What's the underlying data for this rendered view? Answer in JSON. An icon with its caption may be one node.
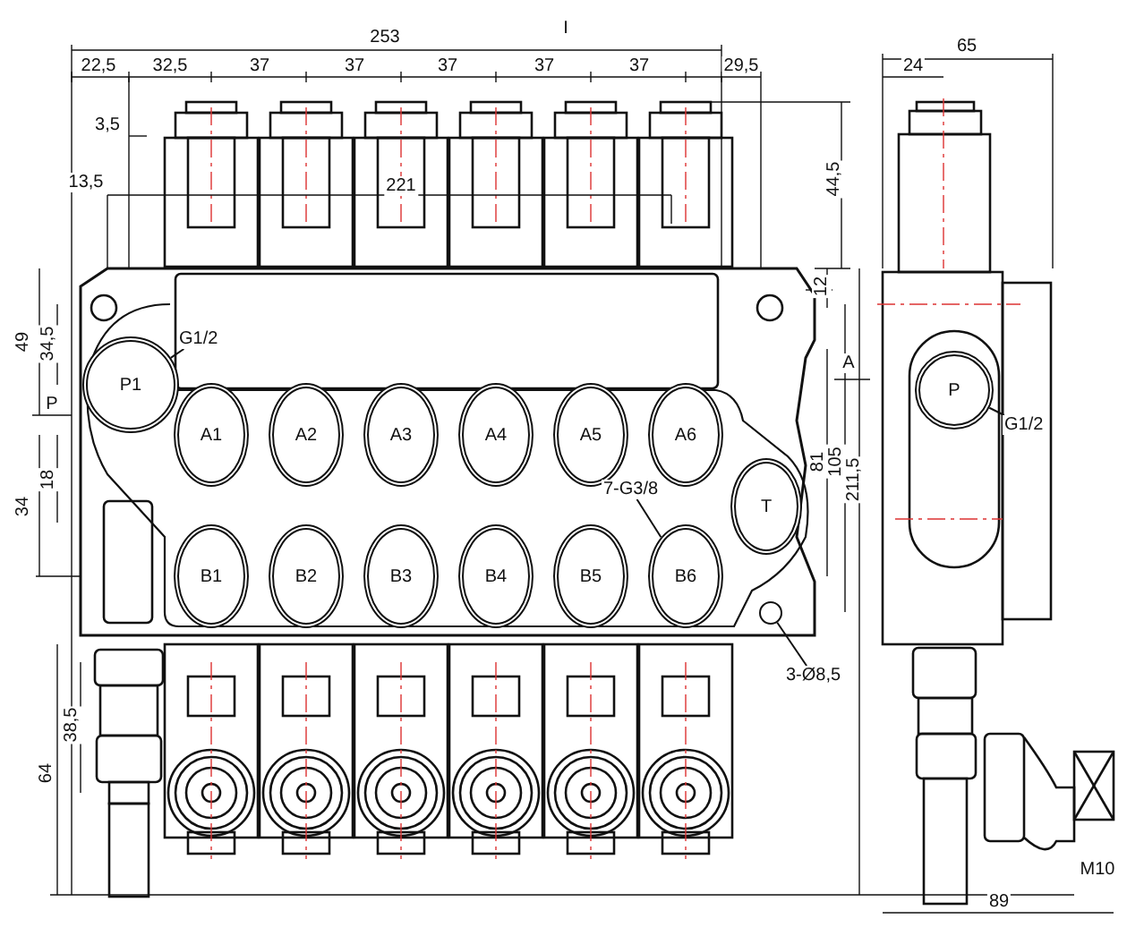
{
  "diagram": {
    "nodes": [
      {
        "text": [
          "P1"
        ]
      },
      {
        "text": [
          "A1"
        ]
      },
      {
        "text": [
          "A2"
        ]
      },
      {
        "text": [
          "A3"
        ]
      },
      {
        "text": [
          "A4"
        ]
      },
      {
        "text": [
          "A5"
        ]
      },
      {
        "text": [
          "A6"
        ]
      },
      {
        "text": [
          "B1"
        ]
      },
      {
        "text": [
          "B2"
        ]
      },
      {
        "text": [
          "B3"
        ]
      },
      {
        "text": [
          "B4"
        ]
      },
      {
        "text": [
          "B5"
        ]
      },
      {
        "text": [
          "B6"
        ]
      },
      {
        "text": [
          "T"
        ]
      },
      {
        "text": [
          "P"
        ]
      },
      {
        "text": [
          "G1/2"
        ]
      },
      {
        "text": [
          "7-G3/8"
        ]
      },
      {
        "text": [
          "3-Ø8,5"
        ]
      },
      {
        "text": [
          "G1/2"
        ]
      },
      {
        "text": [],
        "shape": "circle"
      }
    ],
    "edges": [
      {
        "from": 15,
        "to": 0,
        "arrow": "none"
      },
      {
        "from": 16,
        "to": 12,
        "arrow": "none"
      },
      {
        "from": 17,
        "to": 19,
        "arrow": "none"
      },
      {
        "from": 18,
        "to": 14,
        "arrow": "none"
      }
    ],
    "labels": [
      "I",
      "253",
      "22,5",
      "32,5",
      "37",
      "37",
      "37",
      "37",
      "37",
      "29,5",
      "65",
      "24",
      "3,5",
      "13,5",
      "221",
      "44,5",
      "49",
      "34,5",
      "12",
      "A",
      "P",
      "18",
      "81",
      "105",
      "211,5",
      "34",
      "38,5",
      "64",
      "M10",
      "89"
    ]
  }
}
